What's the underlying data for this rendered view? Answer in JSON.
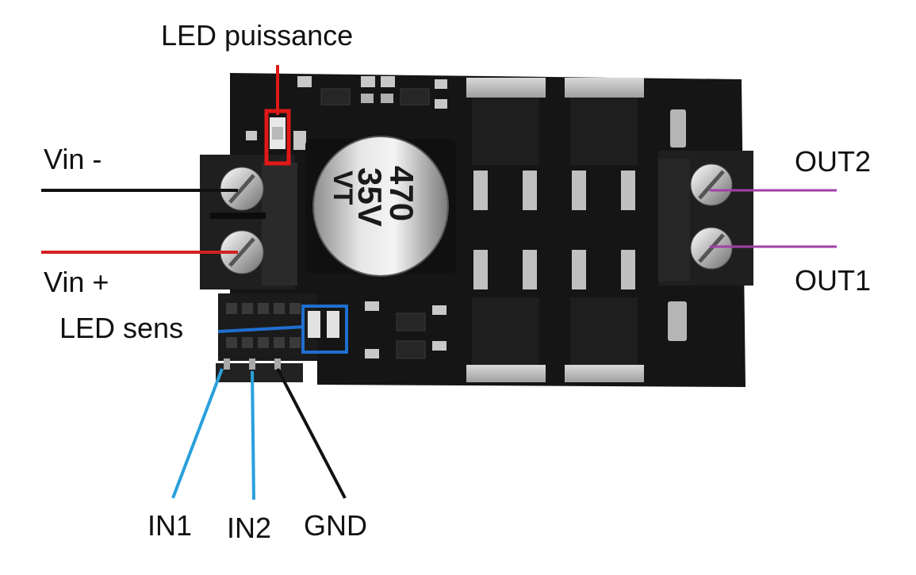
{
  "labels": {
    "led_power": "LED puissance",
    "vin_minus": "Vin -",
    "vin_plus": "Vin +",
    "led_direction": "LED sens",
    "out2": "OUT2",
    "out1": "OUT1",
    "in1": "IN1",
    "in2": "IN2",
    "gnd": "GND"
  },
  "capacitor": {
    "value": "470",
    "voltage": "35V",
    "brand": "VT"
  },
  "colors": {
    "vin_minus_wire": "#111111",
    "vin_plus_wire": "#d42020",
    "output_wire": "#a040a8",
    "input_wire": "#2aa0dc",
    "gnd_wire": "#111111",
    "led_power_marker": "#e01818",
    "led_direction_marker": "#1e6fd0",
    "pcb": "#151515"
  }
}
